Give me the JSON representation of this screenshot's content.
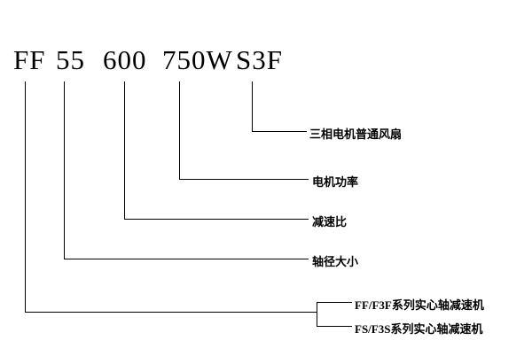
{
  "code": {
    "parts": [
      "FF",
      "55",
      "600",
      "750W",
      "S3F"
    ]
  },
  "labels": {
    "fan": "三相电机普通风扇",
    "power": "电机功率",
    "ratio": "减速比",
    "shaft": "轴径大小",
    "series_ff": "FF/F3F系列实心轴减速机",
    "series_fs": "FS/F3S系列实心轴减速机"
  },
  "colors": {
    "line": "#000000",
    "text": "#000000",
    "background": "#ffffff"
  }
}
